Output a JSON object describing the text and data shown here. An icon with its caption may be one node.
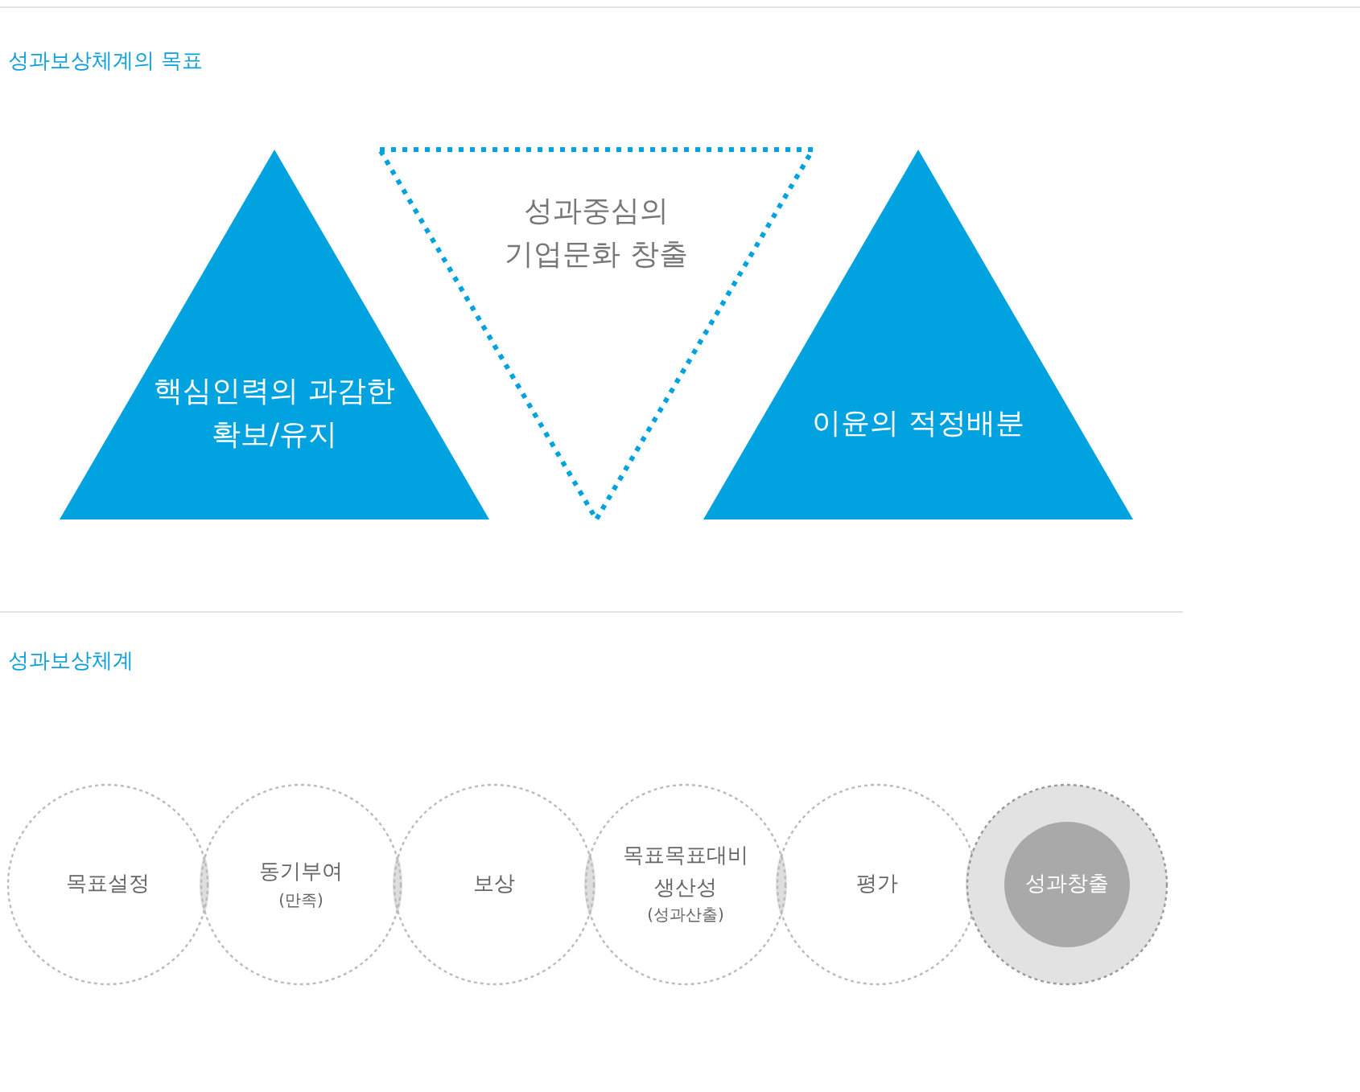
{
  "diagram": {
    "nodes": [
      {
        "text": [
          "핵심인력의 과감한 확보/유지"
        ]
      },
      {
        "text": [
          "성과중심의 기업문화 창출"
        ]
      },
      {
        "text": [
          "이윤의 적정배분"
        ]
      },
      {
        "text": [
          "목표설정"
        ]
      },
      {
        "text": [
          "동기부여",
          "(만족)"
        ]
      },
      {
        "text": [
          "보상"
        ]
      },
      {
        "text": [
          "목표목표대비 생산성",
          "(성과산출)"
        ]
      },
      {
        "text": [
          "평가"
        ]
      },
      {
        "text": [],
        "shape": "circle"
      },
      {
        "text": [
          "성과창출"
        ],
        "in": 8
      }
    ],
    "edges": [],
    "labels": [
      "성과보상체계의 목표",
      "성과보상체계"
    ]
  }
}
